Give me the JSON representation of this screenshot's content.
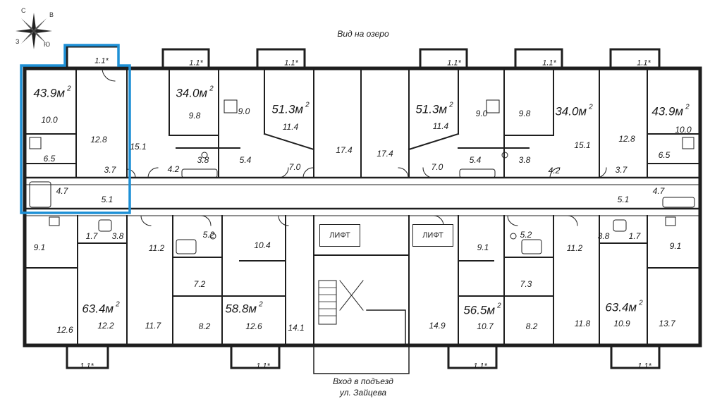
{
  "captions": {
    "view": "Вид на озеро",
    "entrance_1": "Вход в подъезд",
    "entrance_2": "ул. Зайцева"
  },
  "compass": {
    "n": "С",
    "e": "В",
    "s": "Ю",
    "w": "З"
  },
  "lifts": [
    "ЛИФТ",
    "ЛИФТ"
  ],
  "balconies": [
    "1.1*",
    "1.1*",
    "1.1*",
    "1.1*",
    "1.1*",
    "1.1*",
    "1.1*",
    "1.1*",
    "1.1*",
    "1.1*"
  ],
  "apartments": [
    {
      "area": "43.9м",
      "unit": "2"
    },
    {
      "area": "34.0м",
      "unit": "2"
    },
    {
      "area": "51.3м",
      "unit": "2"
    },
    {
      "area": "51.3м",
      "unit": "2"
    },
    {
      "area": "34.0м",
      "unit": "2"
    },
    {
      "area": "43.9м",
      "unit": "2"
    },
    {
      "area": "63.4м",
      "unit": "2"
    },
    {
      "area": "58.8м",
      "unit": "2"
    },
    {
      "area": "56.5м",
      "unit": "2"
    },
    {
      "area": "63.4м",
      "unit": "2"
    }
  ],
  "rooms": [
    "10.0",
    "12.8",
    "6.5",
    "3.7",
    "4.7",
    "5.1",
    "15.1",
    "9.8",
    "9.0",
    "11.4",
    "3.8",
    "5.4",
    "4.2",
    "7.0",
    "17.4",
    "17.4",
    "11.4",
    "9.0",
    "9.8",
    "7.0",
    "5.4",
    "3.8",
    "4.2",
    "15.1",
    "12.8",
    "10.0",
    "6.5",
    "3.7",
    "5.1",
    "4.7",
    "1.7",
    "3.8",
    "9.1",
    "11.2",
    "5.2",
    "10.4",
    "7.2",
    "12.6",
    "12.2",
    "11.7",
    "8.2",
    "12.6",
    "14.1",
    "9.1",
    "5.2",
    "11.2",
    "3.8",
    "1.7",
    "9.1",
    "7.3",
    "14.9",
    "10.7",
    "8.2",
    "11.8",
    "10.9",
    "13.7"
  ],
  "highlight_color": "#1e90d6"
}
